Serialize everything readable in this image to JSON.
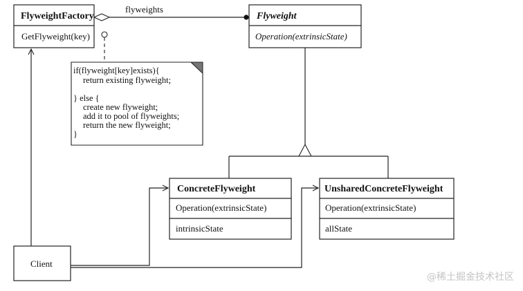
{
  "classes": {
    "factory": {
      "name": "FlyweightFactory",
      "ops": [
        "GetFlyweight(key)"
      ]
    },
    "flyweight": {
      "name": "Flyweight",
      "ops": [
        "Operation(extrinsicState)"
      ]
    },
    "concrete": {
      "name": "ConcreteFlyweight",
      "ops": [
        "Operation(extrinsicState)"
      ],
      "attrs": [
        "intrinsicState"
      ]
    },
    "unshared": {
      "name": "UnsharedConcreteFlyweight",
      "ops": [
        "Operation(extrinsicState)"
      ],
      "attrs": [
        "allState"
      ]
    },
    "client": {
      "name": "Client"
    }
  },
  "association_label": "flyweights",
  "note_lines": [
    "if(flyweight[key]exists){",
    "return existing flyweight;",
    "} else {",
    "create new flyweight;",
    "add it to pool of flyweights;",
    "return the new flyweight;",
    "}"
  ],
  "watermark": "@稀土掘金技术社区"
}
